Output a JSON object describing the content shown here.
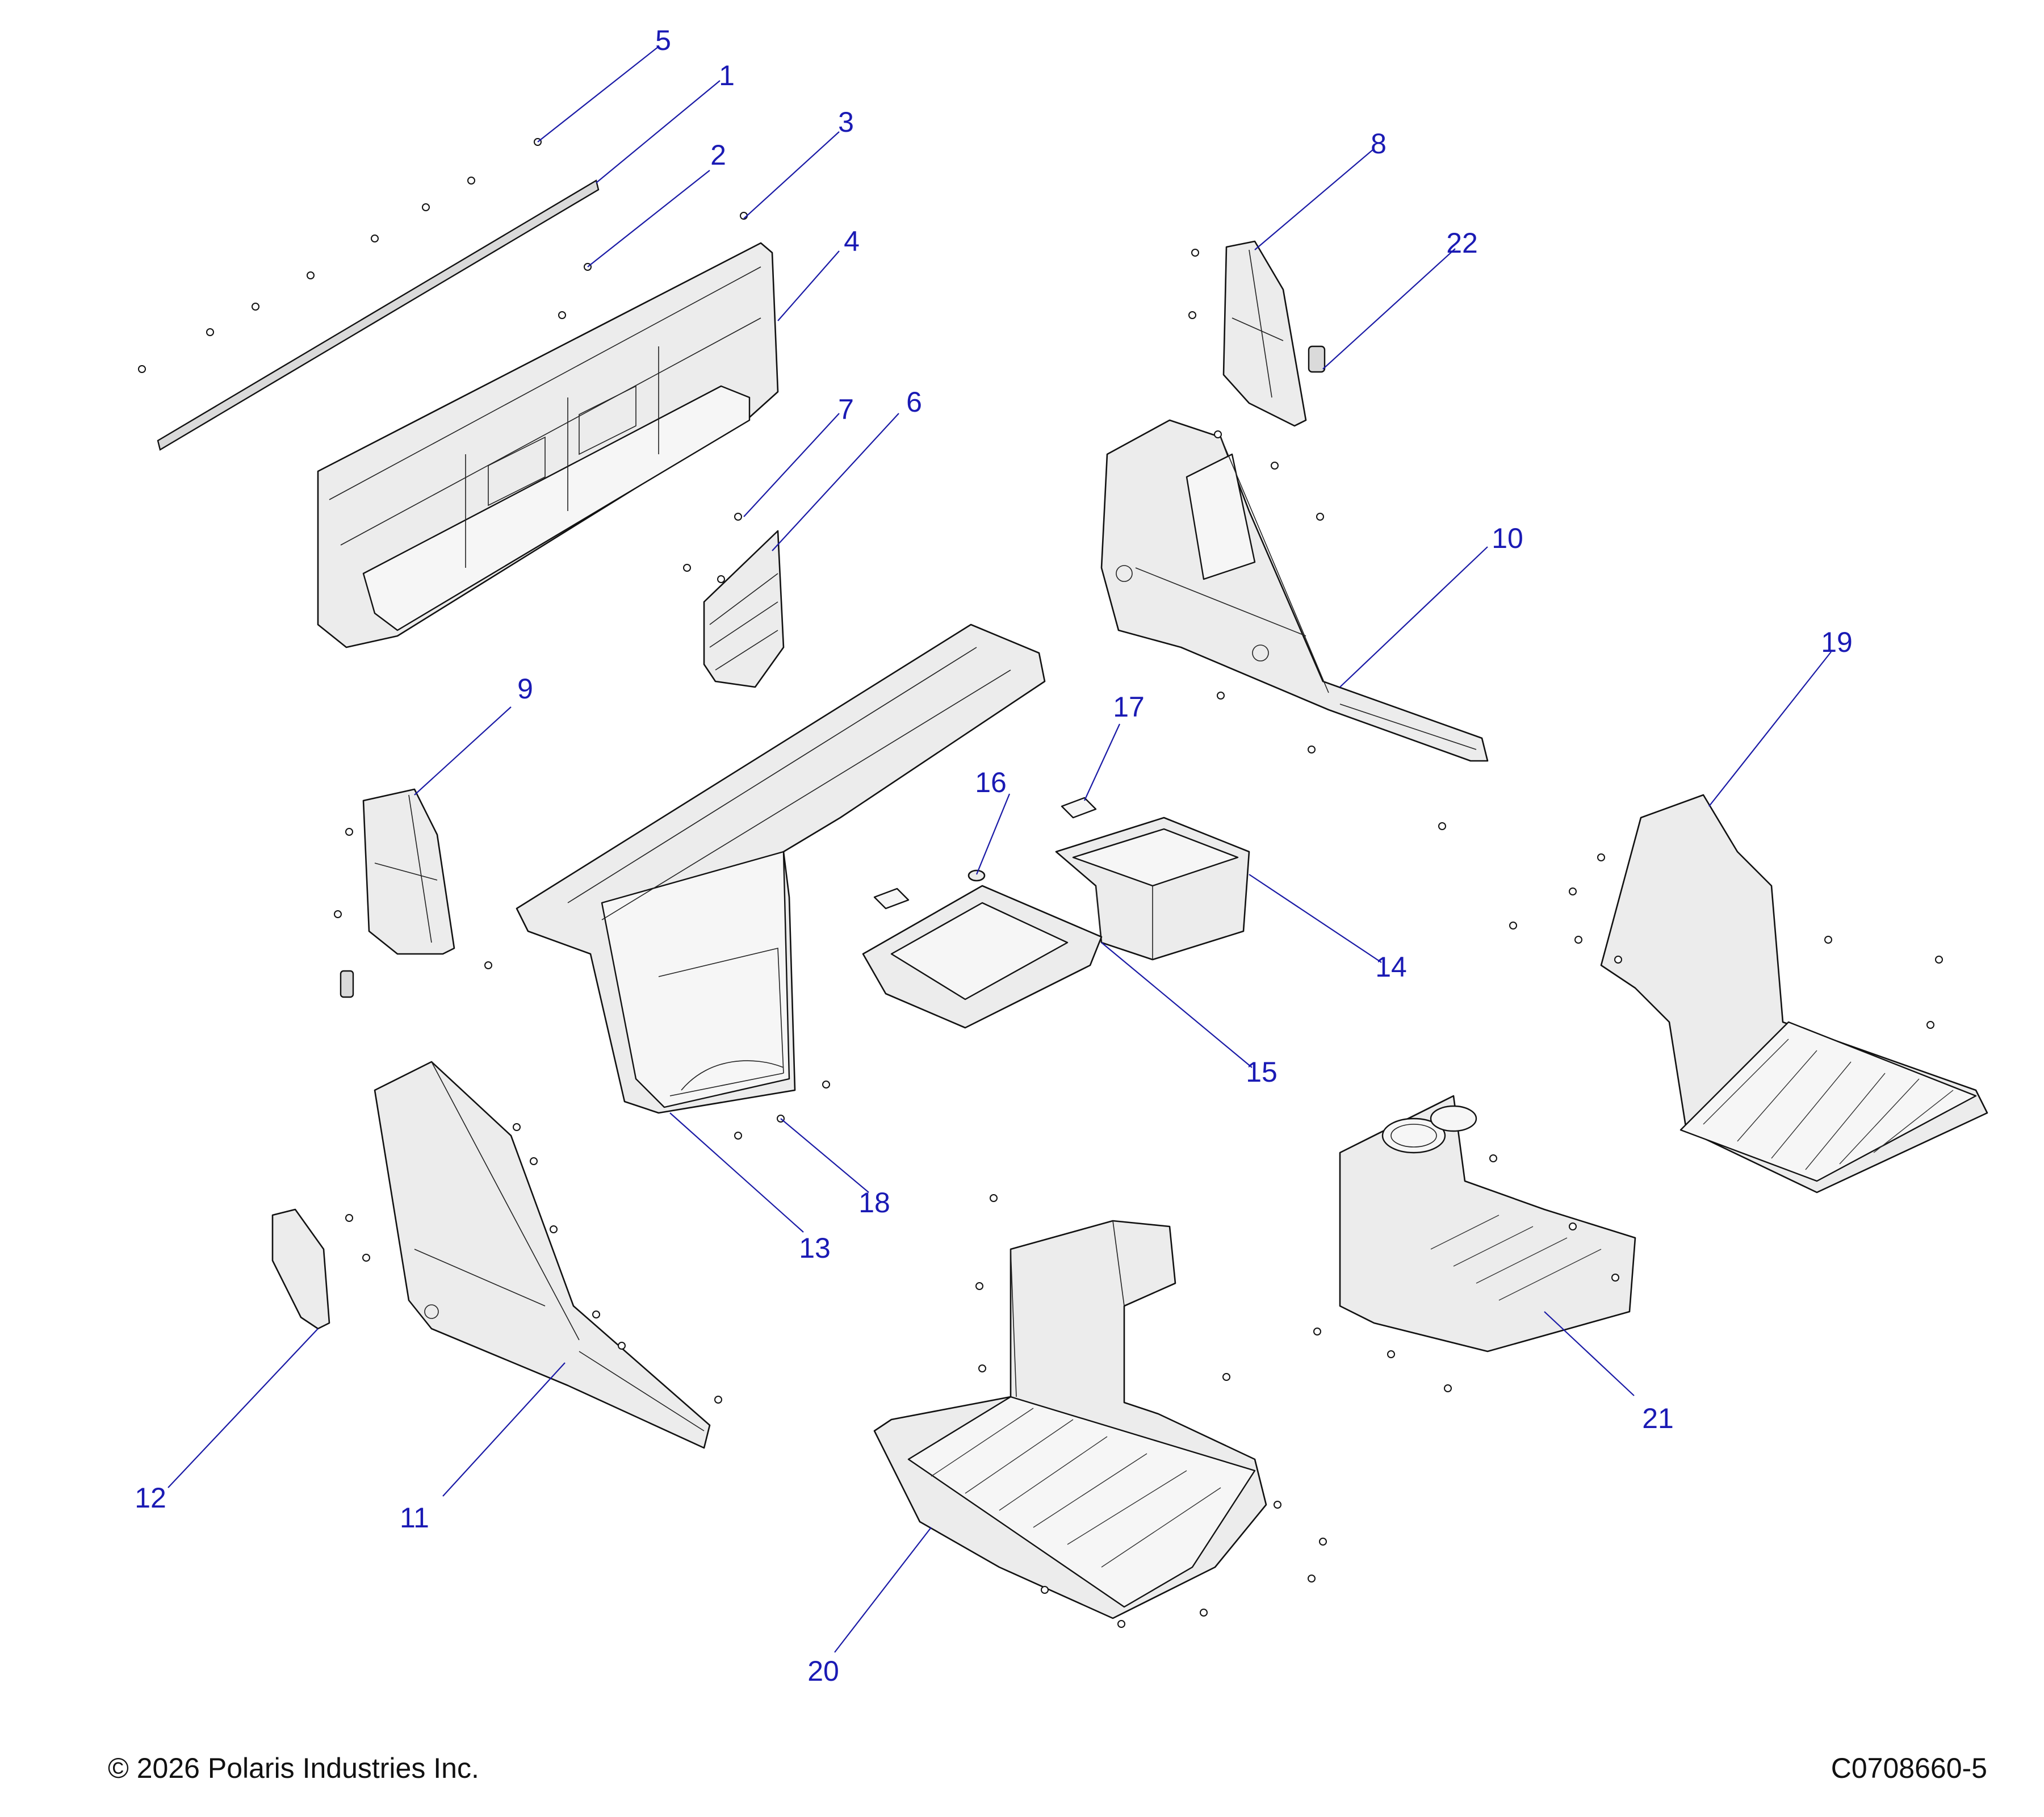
{
  "callouts": {
    "c1": "1",
    "c2": "2",
    "c3": "3",
    "c4": "4",
    "c5": "5",
    "c6": "6",
    "c7": "7",
    "c8": "8",
    "c9": "9",
    "c10": "10",
    "c11": "11",
    "c12": "12",
    "c13": "13",
    "c14": "14",
    "c15": "15",
    "c16": "16",
    "c17": "17",
    "c18": "18",
    "c19": "19",
    "c20": "20",
    "c21": "21",
    "c22": "22"
  },
  "footer": {
    "copyright": "© 2026 Polaris Industries Inc.",
    "drawing_id": "C0708660-5"
  },
  "colors": {
    "callout": "#1a1ab4",
    "line": "#111111",
    "fill": "#ececec"
  }
}
